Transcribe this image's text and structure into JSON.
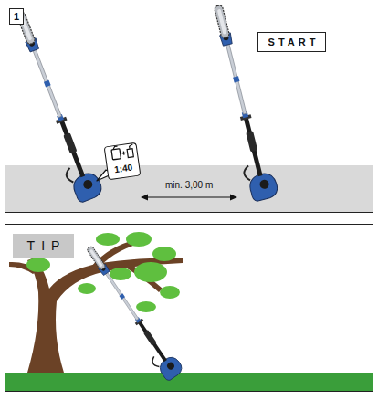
{
  "diagram": {
    "nodes": [
      {
        "text": [
          "1"
        ]
      },
      {
        "text": [
          "START"
        ]
      },
      {
        "text": [
          "TIP"
        ]
      },
      {
        "text": [
          "1:40"
        ]
      }
    ],
    "labels": [
      "min. 3,00 m"
    ]
  }
}
